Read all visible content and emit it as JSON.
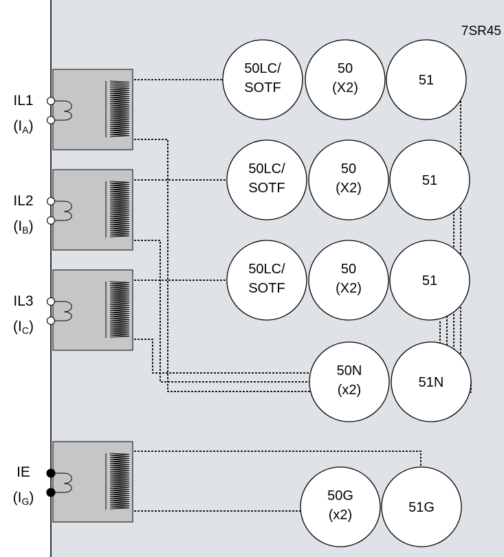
{
  "relay": {
    "model": "7SR45"
  },
  "inputs": [
    {
      "id": "phase-a",
      "label": "IL1",
      "sub_prefix": "(I",
      "sub": "A",
      "sub_suffix": ")",
      "terminal": "open"
    },
    {
      "id": "phase-b",
      "label": "IL2",
      "sub_prefix": "(I",
      "sub": "B",
      "sub_suffix": ")",
      "terminal": "open"
    },
    {
      "id": "phase-c",
      "label": "IL3",
      "sub_prefix": "(I",
      "sub": "C",
      "sub_suffix": ")",
      "terminal": "open"
    },
    {
      "id": "earth",
      "label": "IE",
      "sub_prefix": "(I",
      "sub": "G",
      "sub_suffix": ")",
      "terminal": "solid"
    }
  ],
  "phase_a_functions": [
    {
      "id": "50lc-sotf-a",
      "lines": [
        "50LC/",
        "SOTF"
      ]
    },
    {
      "id": "50-a",
      "lines": [
        "50",
        "(X2)"
      ]
    },
    {
      "id": "51-a",
      "lines": [
        "51"
      ]
    }
  ],
  "phase_b_functions": [
    {
      "id": "50lc-sotf-b",
      "lines": [
        "50LC/",
        "SOTF"
      ]
    },
    {
      "id": "50-b",
      "lines": [
        "50",
        "(X2)"
      ]
    },
    {
      "id": "51-b",
      "lines": [
        "51"
      ]
    }
  ],
  "phase_c_functions": [
    {
      "id": "50lc-sotf-c",
      "lines": [
        "50LC/",
        "SOTF"
      ]
    },
    {
      "id": "50-c",
      "lines": [
        "50",
        "(X2)"
      ]
    },
    {
      "id": "51-c",
      "lines": [
        "51"
      ]
    }
  ],
  "derived_earth_functions": [
    {
      "id": "50n",
      "lines": [
        "50N",
        "(x2)"
      ]
    },
    {
      "id": "51n",
      "lines": [
        "51N"
      ]
    }
  ],
  "measured_earth_functions": [
    {
      "id": "50g",
      "lines": [
        "50G",
        "(x2)"
      ]
    },
    {
      "id": "51g",
      "lines": [
        "51G"
      ]
    }
  ],
  "colors": {
    "relay_body": "#dfe3e8",
    "ct_box": "#c6c6c6",
    "function_fill": "#ffffff",
    "line": "#000000"
  }
}
